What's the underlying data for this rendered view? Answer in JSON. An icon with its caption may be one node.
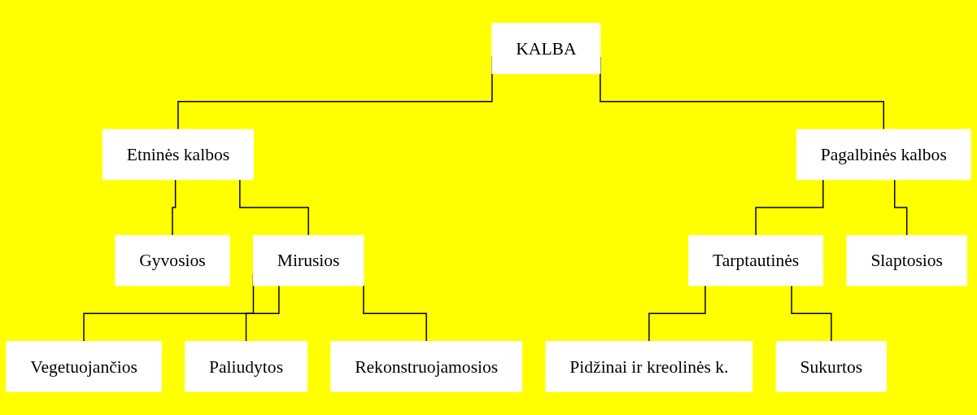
{
  "diagram": {
    "nodes": [
      {
        "text": [
          "KALBA"
        ]
      },
      {
        "text": [
          "Etninės kalbos"
        ]
      },
      {
        "text": [
          "Pagalbinės kalbos"
        ]
      },
      {
        "text": [
          "Gyvosios"
        ]
      },
      {
        "text": [
          "Mirusios"
        ]
      },
      {
        "text": [
          "Tarptautinės"
        ]
      },
      {
        "text": [
          "Slaptosios"
        ]
      },
      {
        "text": [
          "Vegetuojančios"
        ]
      },
      {
        "text": [
          "Paliudytos"
        ]
      },
      {
        "text": [
          "Rekonstruojamosios"
        ]
      },
      {
        "text": [
          "Pidžinai ir kreolinės k."
        ]
      },
      {
        "text": [
          "Sukurtos"
        ]
      }
    ],
    "edges": [
      {
        "from": 0,
        "to": 1,
        "arrow": "none"
      },
      {
        "from": 0,
        "to": 2,
        "arrow": "none"
      },
      {
        "from": 1,
        "to": 3,
        "arrow": "none"
      },
      {
        "from": 1,
        "to": 4,
        "arrow": "none"
      },
      {
        "from": 2,
        "to": 5,
        "arrow": "none"
      },
      {
        "from": 2,
        "to": 6,
        "arrow": "none"
      },
      {
        "from": 4,
        "to": 7,
        "arrow": "none"
      },
      {
        "from": 4,
        "to": 8,
        "arrow": "none"
      },
      {
        "from": 4,
        "to": 9,
        "arrow": "none"
      },
      {
        "from": 5,
        "to": 10,
        "arrow": "none"
      },
      {
        "from": 5,
        "to": 11,
        "arrow": "none"
      }
    ]
  }
}
